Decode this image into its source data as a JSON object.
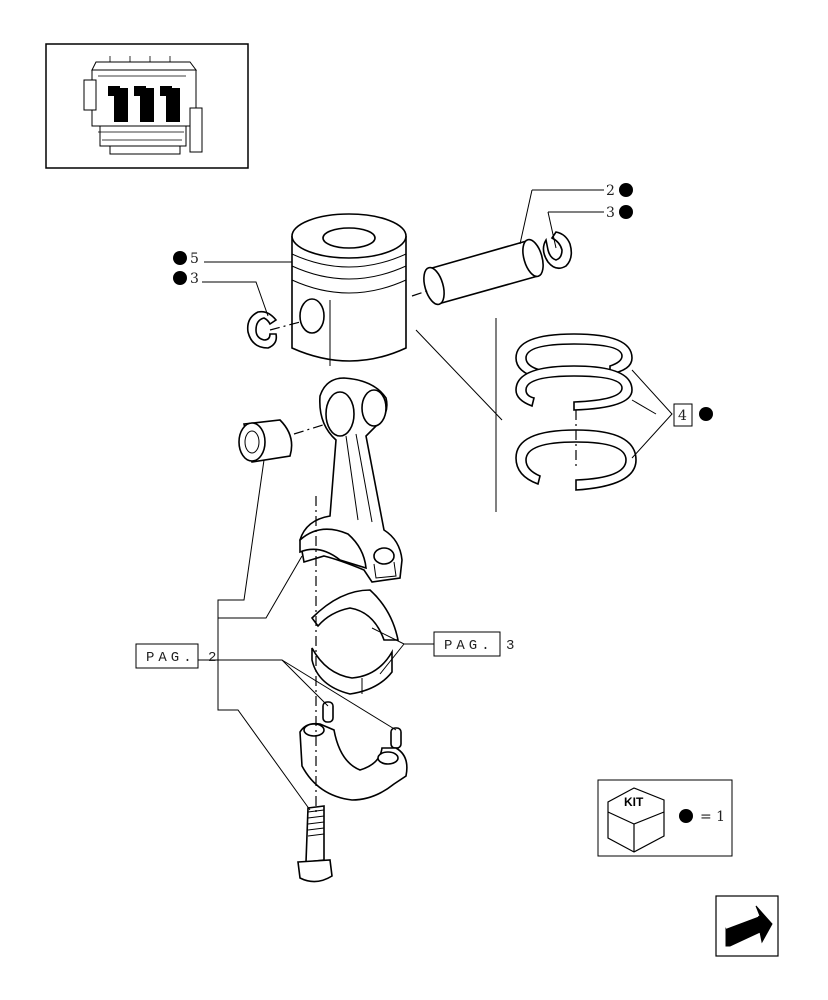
{
  "diagram": {
    "callouts": {
      "piston": "5",
      "circlip_left": "3",
      "gudgeon_pin": "2",
      "circlip_right": "3",
      "ring_set": "4"
    },
    "page_refs": {
      "connecting_rod": "PAG. 2",
      "bearings": "PAG. 3"
    },
    "legend": {
      "kit_label": "KIT",
      "kit_equals": "= 1"
    },
    "icons": [
      "engine-thumbnail-icon",
      "kit-cube-icon",
      "kit-dot-icon",
      "navigation-arrow-icon"
    ]
  }
}
